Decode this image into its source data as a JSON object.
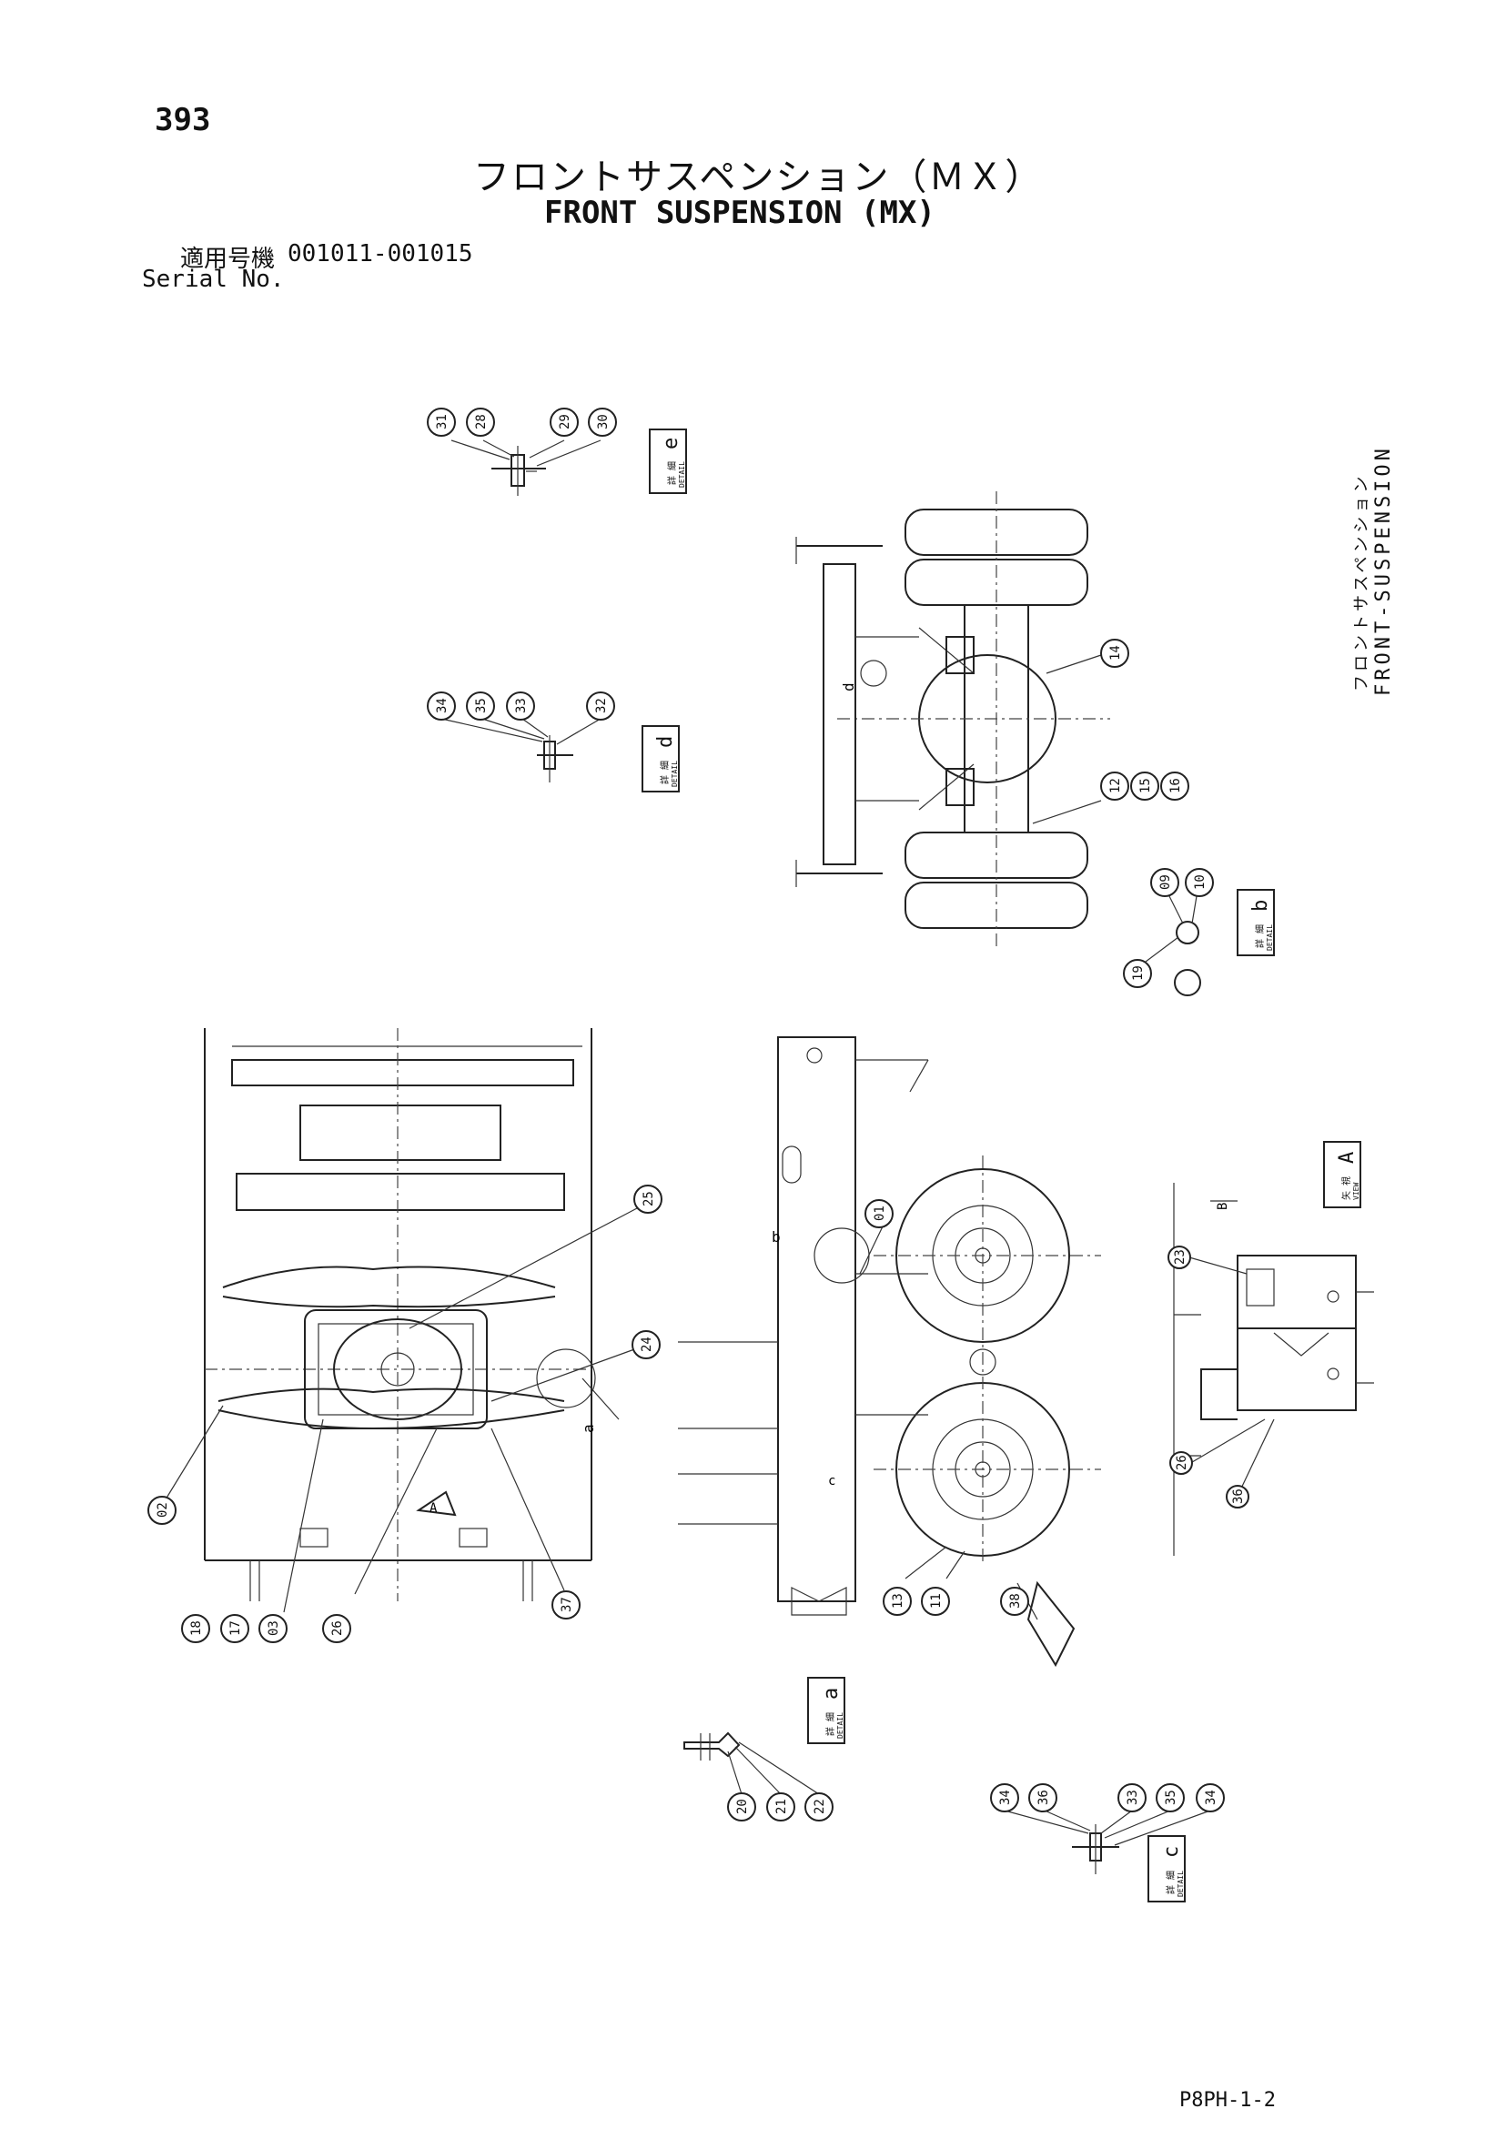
{
  "page_number": "393",
  "title_jp": "フロントサスペンション（ＭＸ）",
  "title_en": "FRONT SUSPENSION (MX)",
  "serial_label_jp": "適用号機",
  "serial_value": "001011-001015",
  "serial_label_en": "Serial No.",
  "side_label_jp": "フロントサスペンション",
  "side_label_en": "FRONT-SUSPENSION",
  "document_code": "P8PH-1-2",
  "tags": {
    "detail_e": {
      "jp": "詳 細",
      "en": "DETAIL",
      "letter": "e"
    },
    "detail_d": {
      "jp": "詳 細",
      "en": "DETAIL",
      "letter": "d"
    },
    "detail_b": {
      "jp": "詳 細",
      "en": "DETAIL",
      "letter": "b"
    },
    "view_a": {
      "jp": "矢 視",
      "en": "VIEW",
      "letter": "A"
    },
    "detail_a": {
      "jp": "詳 細",
      "en": "DETAIL",
      "letter": "a"
    },
    "detail_c": {
      "jp": "詳 細",
      "en": "DETAIL",
      "letter": "c"
    }
  },
  "callouts": {
    "e_31": "31",
    "e_28": "28",
    "e_29": "29",
    "e_30": "30",
    "d_34": "34",
    "d_35": "35",
    "d_33": "33",
    "d_32": "32",
    "top_14": "14",
    "top_12": "12",
    "top_15": "15",
    "top_16": "16",
    "b_09": "09",
    "b_10": "10",
    "b_19": "19",
    "plan_25": "25",
    "plan_24": "24",
    "plan_02": "02",
    "plan_18": "18",
    "plan_17": "17",
    "plan_03": "03",
    "plan_26": "26",
    "plan_37": "37",
    "side_01": "01",
    "side_13": "13",
    "side_11": "11",
    "side_38": "38",
    "va_23": "23",
    "va_26": "26",
    "va_36": "36",
    "a_20": "20",
    "a_21": "21",
    "a_22": "22",
    "c_34a": "34",
    "c_36": "36",
    "c_33": "33",
    "c_35": "35",
    "c_34b": "34"
  },
  "view_letters": {
    "d": "d",
    "b": "b",
    "a": "a",
    "c": "c",
    "B": "B",
    "A": "A"
  }
}
